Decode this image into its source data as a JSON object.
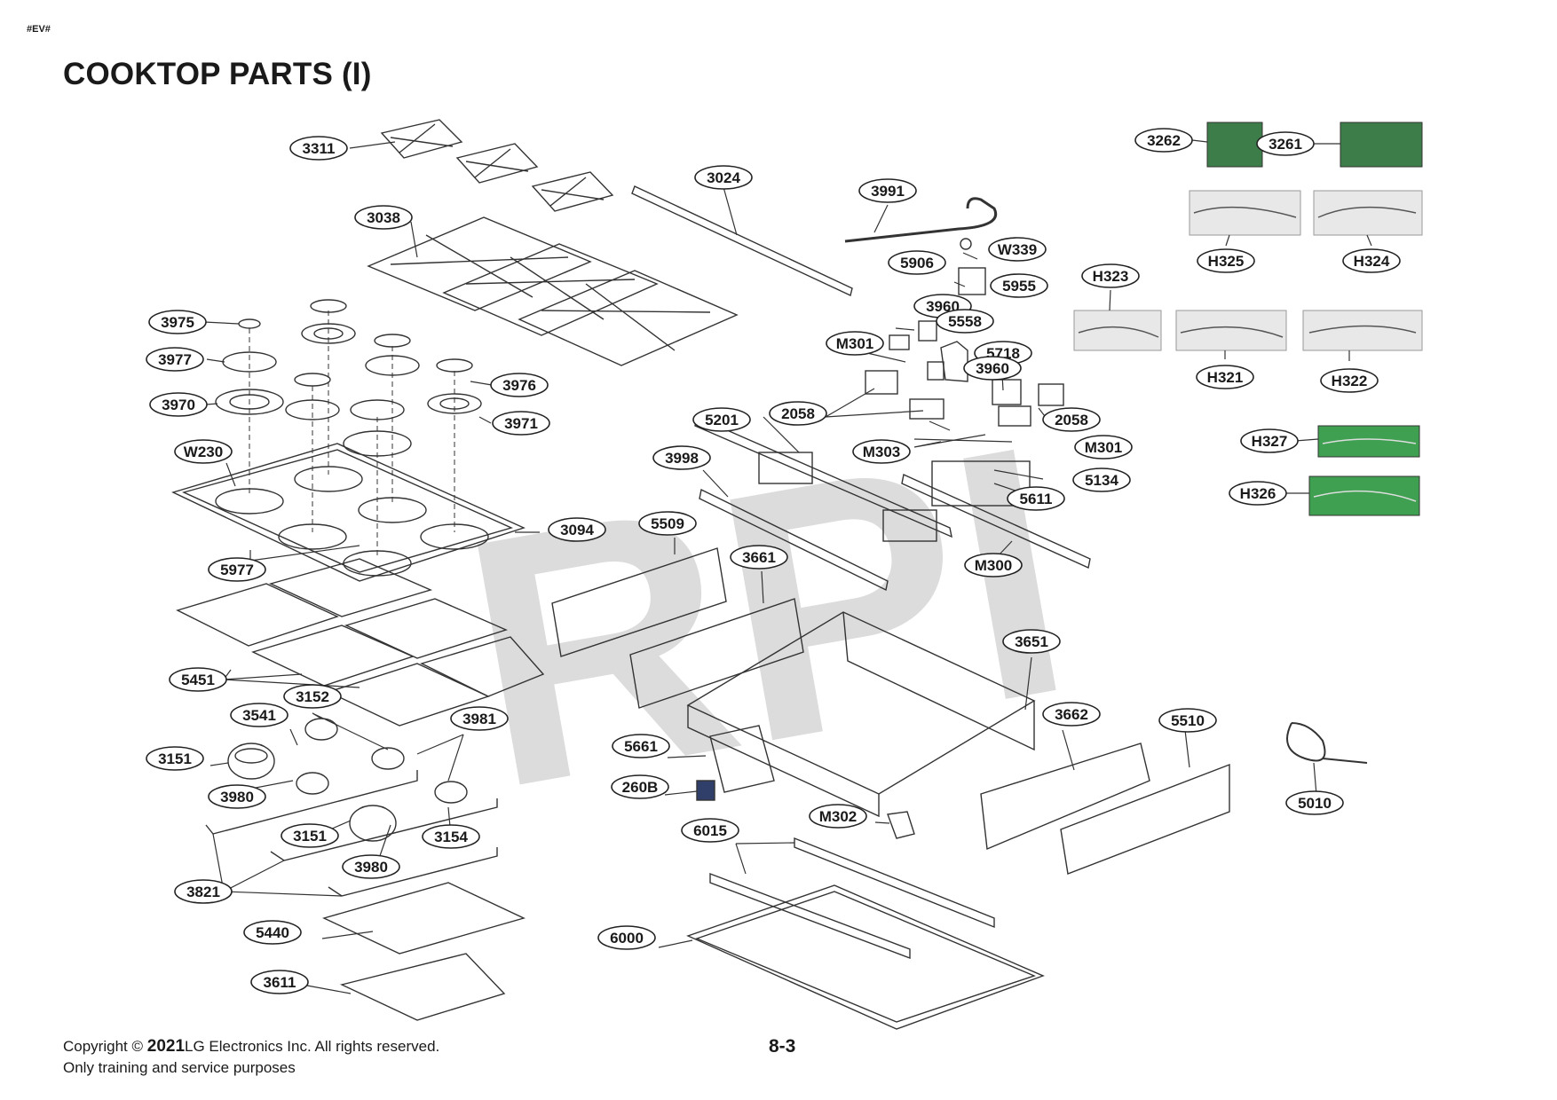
{
  "header": {
    "doc_code": "#EV#",
    "title": "COOKTOP PARTS (I)"
  },
  "watermark": {
    "text": "RPI",
    "color": "#d6d6d6"
  },
  "callouts": [
    "3311",
    "3038",
    "3024",
    "3991",
    "W339",
    "5906",
    "5955",
    "3960",
    "5558",
    "M301",
    "5718",
    "3960",
    "2058",
    "2058",
    "5201",
    "M303",
    "M301",
    "5134",
    "5611",
    "3998",
    "M300",
    "3975",
    "3977",
    "3976",
    "3970",
    "3971",
    "W230",
    "3094",
    "5977",
    "5509",
    "3661",
    "3651",
    "5451",
    "3541",
    "3152",
    "3981",
    "3151",
    "3980",
    "3151",
    "3154",
    "3980",
    "3821",
    "5661",
    "260B",
    "M302",
    "6015",
    "3662",
    "5510",
    "5010",
    "5440",
    "6000",
    "3611",
    "3262",
    "3261",
    "H325",
    "H324",
    "H323",
    "H321",
    "H322",
    "H327",
    "H326"
  ],
  "footer": {
    "copyright_prefix": "Copyright ©",
    "year": "2021",
    "copyright_suffix": "LG Electronics Inc. All rights reserved.",
    "line2": "Only training and service purposes",
    "page_number": "8-3"
  },
  "colors": {
    "pcb": "#3c7d4a",
    "harness_board": "#3fa052",
    "line": "#333333"
  }
}
